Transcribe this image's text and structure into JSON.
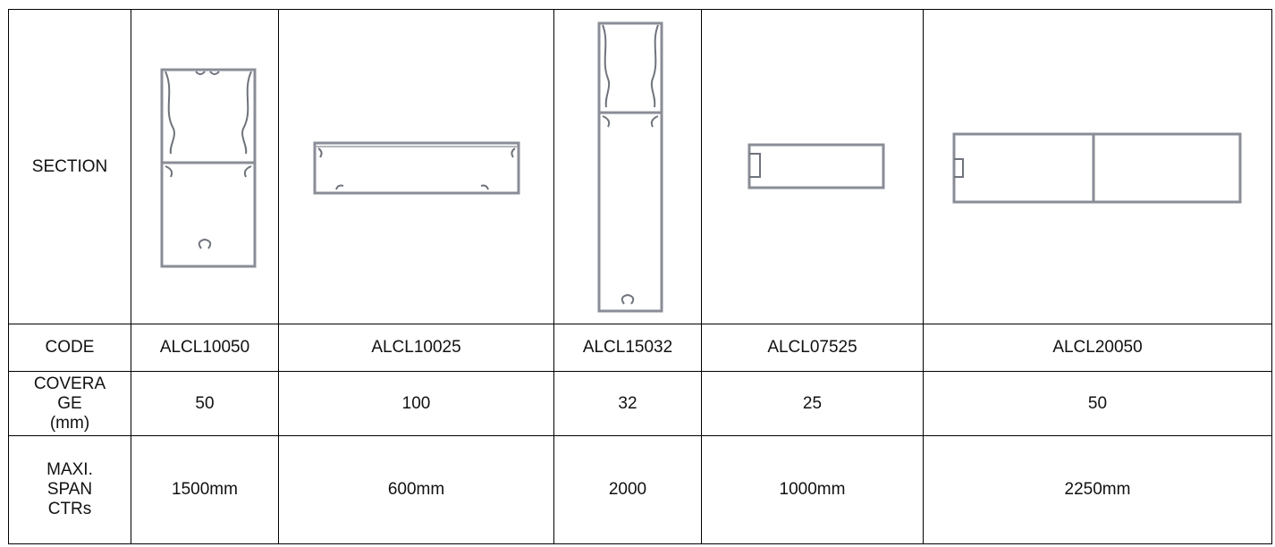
{
  "table": {
    "row_labels": {
      "section": "SECTION",
      "code": "CODE",
      "coverage": "COVERA\nGE\n(mm)",
      "max_span": "MAXI.\nSPAN\nCTRs"
    },
    "profiles": [
      {
        "code": "ALCL10050",
        "coverage": "50",
        "max_span": "1500mm",
        "icon": "tall-double-chamber-profile-icon"
      },
      {
        "code": "ALCL10025",
        "coverage": "100",
        "max_span": "600mm",
        "icon": "wide-flat-profile-icon"
      },
      {
        "code": "ALCL15032",
        "coverage": "32",
        "max_span": "2000",
        "icon": "extra-tall-double-chamber-profile-icon"
      },
      {
        "code": "ALCL07525",
        "coverage": "25",
        "max_span": "1000mm",
        "icon": "small-hollow-profile-icon"
      },
      {
        "code": "ALCL20050",
        "coverage": "50",
        "max_span": "2250mm",
        "icon": "wide-double-cell-profile-icon"
      }
    ],
    "colors": {
      "border": "#000000",
      "profile_stroke": "#8a8d96"
    }
  }
}
